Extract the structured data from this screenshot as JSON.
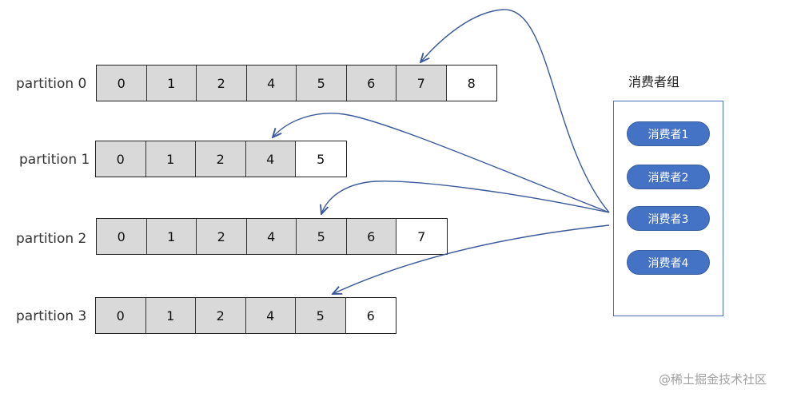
{
  "partitions": [
    {
      "label": "partition 0",
      "offsets": [
        "0",
        "1",
        "2",
        "4",
        "5",
        "6",
        "7",
        "8"
      ],
      "consumed_count": 7
    },
    {
      "label": "partition 1",
      "offsets": [
        "0",
        "1",
        "2",
        "4",
        "5"
      ],
      "consumed_count": 4
    },
    {
      "label": "partition 2",
      "offsets": [
        "0",
        "1",
        "2",
        "4",
        "5",
        "6",
        "7"
      ],
      "consumed_count": 6
    },
    {
      "label": "partition 3",
      "offsets": [
        "0",
        "1",
        "2",
        "4",
        "5",
        "6"
      ],
      "consumed_count": 5
    }
  ],
  "consumer_group": {
    "title": "消费者组",
    "consumers": [
      "消费者1",
      "消费者2",
      "消费者3",
      "消费者4"
    ]
  },
  "watermark": "@稀土掘金技术社区",
  "colors": {
    "consumed_cell": "#d9d9d9",
    "pending_cell": "#ffffff",
    "consumer_fill": "#4472c4",
    "arrow": "#3a5a9c"
  }
}
